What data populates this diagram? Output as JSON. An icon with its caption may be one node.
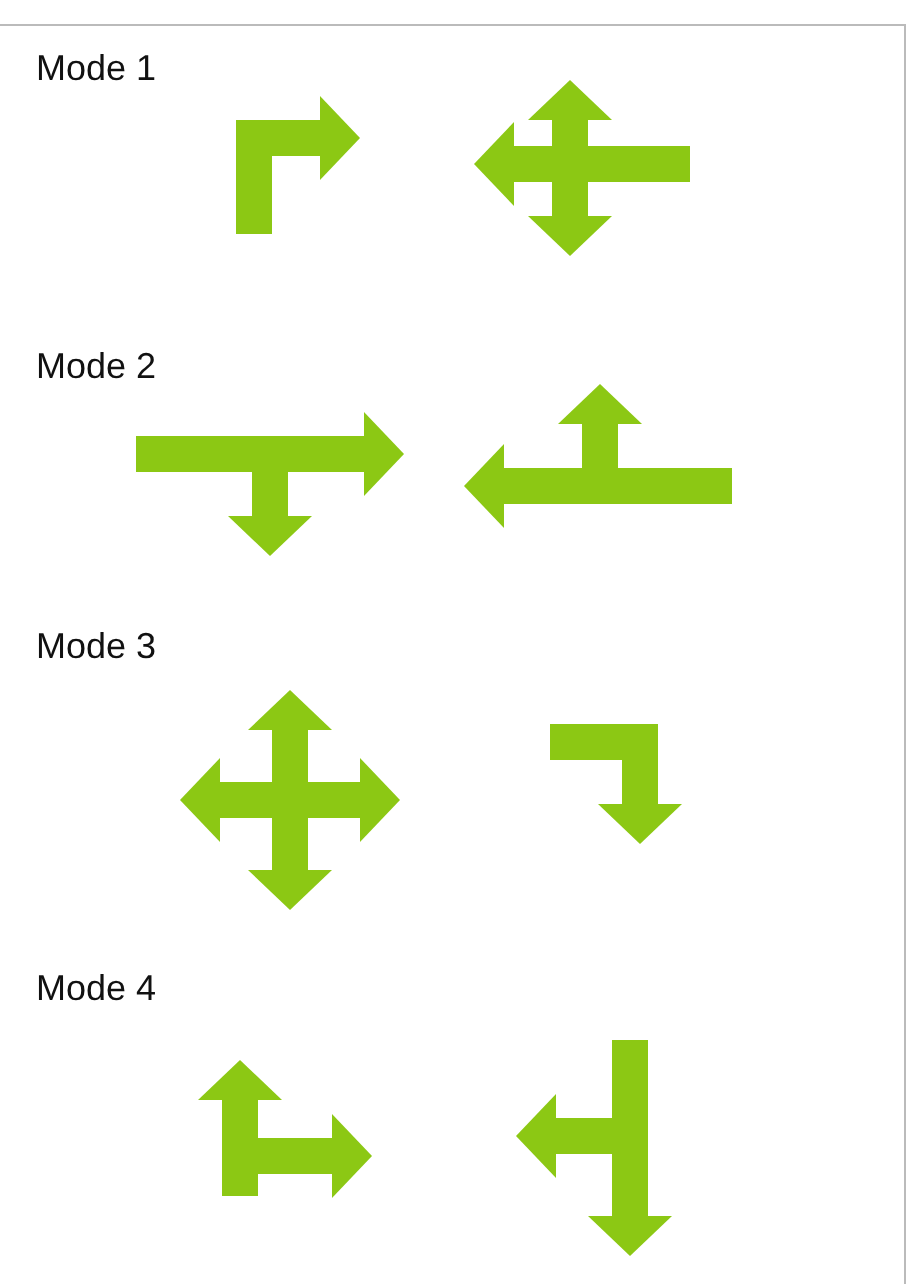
{
  "diagram": {
    "labels": [
      "Mode 1",
      "Mode 2",
      "Mode 3",
      "Mode 4"
    ]
  }
}
